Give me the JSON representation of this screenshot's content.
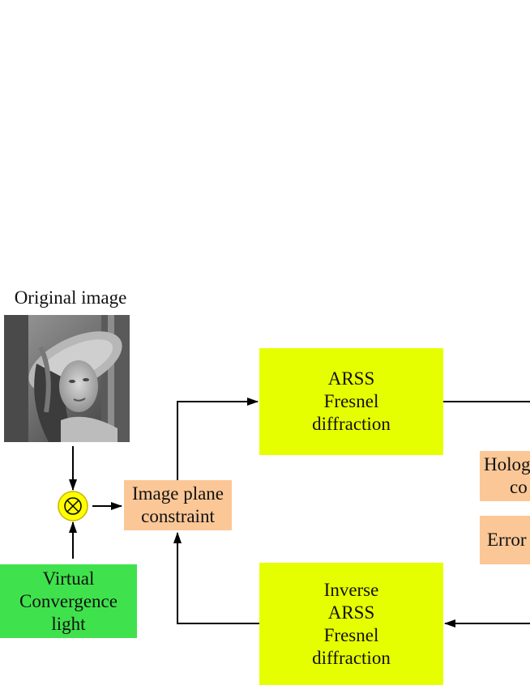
{
  "labels": {
    "original_image": "Original image"
  },
  "boxes": {
    "arss": {
      "line1": "ARSS",
      "line2": "Fresnel",
      "line3": "diffraction",
      "color": "#e6ff00"
    },
    "inverse": {
      "line1": "Inverse",
      "line2": "ARSS",
      "line3": "Fresnel",
      "line4": "diffraction",
      "color": "#e6ff00"
    },
    "image_plane": {
      "line1": "Image plane",
      "line2": "constraint",
      "color": "#fbc796"
    },
    "hologram": {
      "line1": "Holog",
      "line2": "co",
      "color": "#fbc796"
    },
    "error": {
      "line1": "Error",
      "color": "#fbc796"
    },
    "virtual": {
      "line1": "Virtual",
      "line2": "Convergence",
      "line3": "light",
      "color": "#3fe24c"
    }
  },
  "operator": {
    "symbol": "×",
    "color": "#ffff00"
  }
}
